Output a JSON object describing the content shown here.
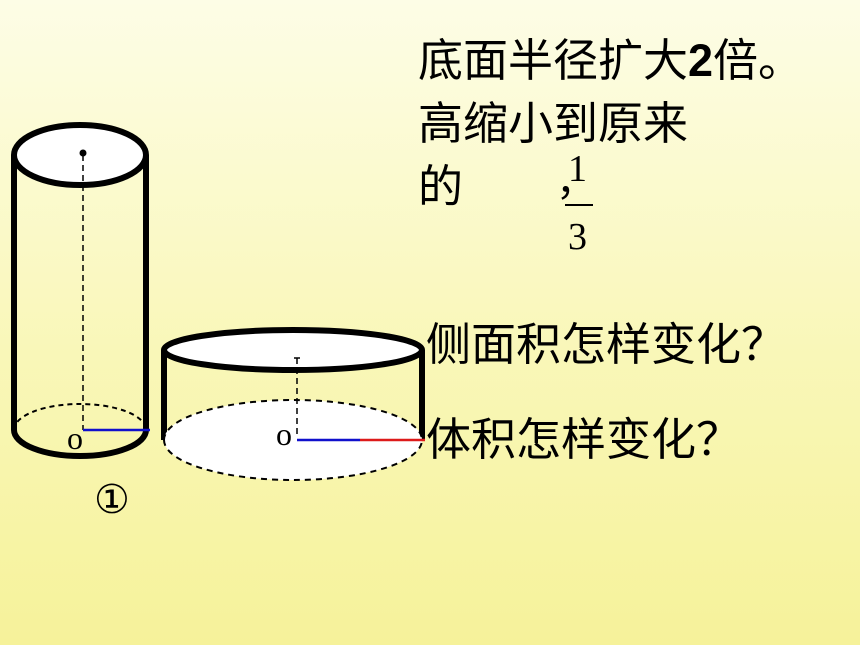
{
  "text": {
    "line1_before": "底面半径扩大",
    "line1_num": "2",
    "line1_after": "倍。",
    "line2": "高缩小到原来",
    "line3": "的",
    "comma": "，",
    "frac_num": "1",
    "frac_den": "3",
    "question1": "侧面积怎样变化？",
    "question2": "体积怎样变化？"
  },
  "labels": {
    "center_left": "o",
    "center_right": "o",
    "cylinder_marker": "①"
  },
  "colors": {
    "radius_blue": "#1010cc",
    "radius_red": "#dd1a1a",
    "outline": "#000000"
  }
}
